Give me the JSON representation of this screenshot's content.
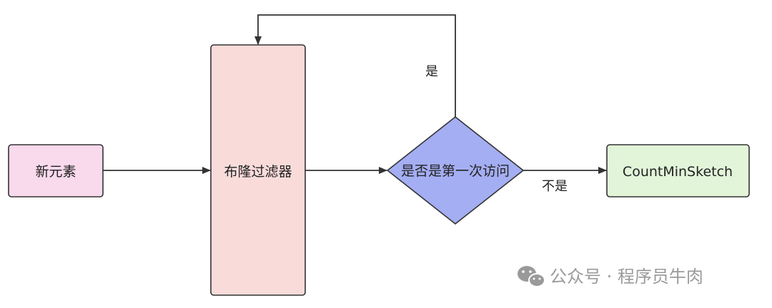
{
  "nodes": {
    "new_element": {
      "label": "新元素",
      "fill": "#f9d9ec"
    },
    "bloom_filter": {
      "label": "布隆过滤器",
      "fill": "#f9dcda"
    },
    "first_visit": {
      "label": "是否是第一次访问",
      "fill": "#a4aef2"
    },
    "count_min_sketch": {
      "label": "CountMinSketch",
      "fill": "#e2f5d9"
    }
  },
  "edges": {
    "yes_label": "是",
    "no_label": "不是"
  },
  "watermark": {
    "icon": "wechat-icon",
    "text": "公众号 · 程序员牛肉"
  },
  "colors": {
    "stroke": "#333333",
    "watermark": "#9a9a9a"
  }
}
